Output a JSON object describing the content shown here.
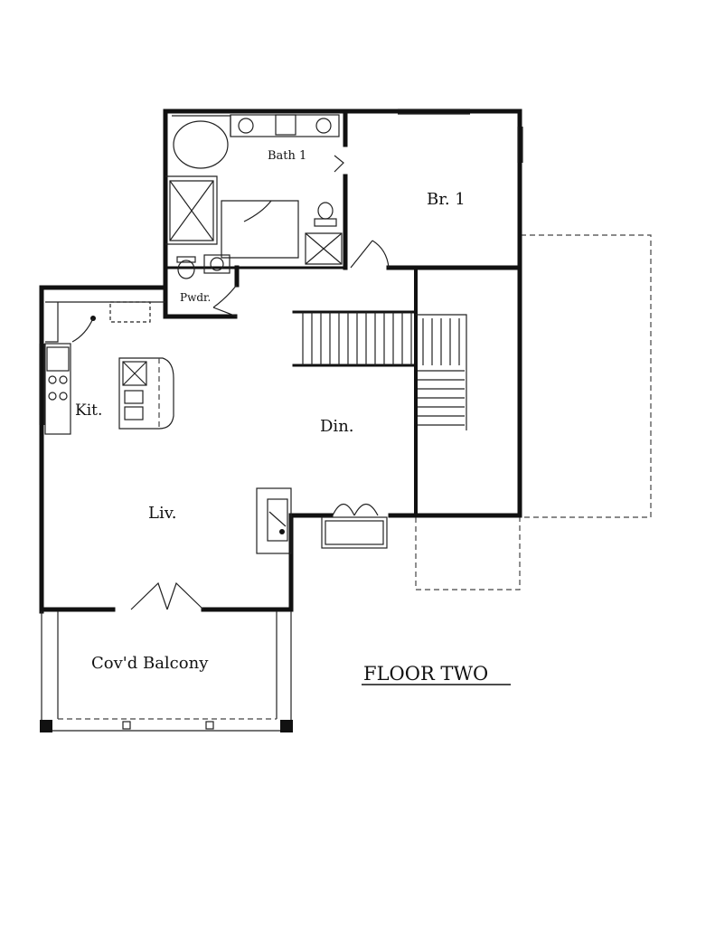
{
  "plan": {
    "title": "FLOOR TWO",
    "rooms": {
      "bath1": "Bath 1",
      "br1": "Br. 1",
      "pwdr": "Pwdr.",
      "kit": "Kit.",
      "din": "Din.",
      "liv": "Liv.",
      "balcony": "Cov'd Balcony"
    }
  }
}
